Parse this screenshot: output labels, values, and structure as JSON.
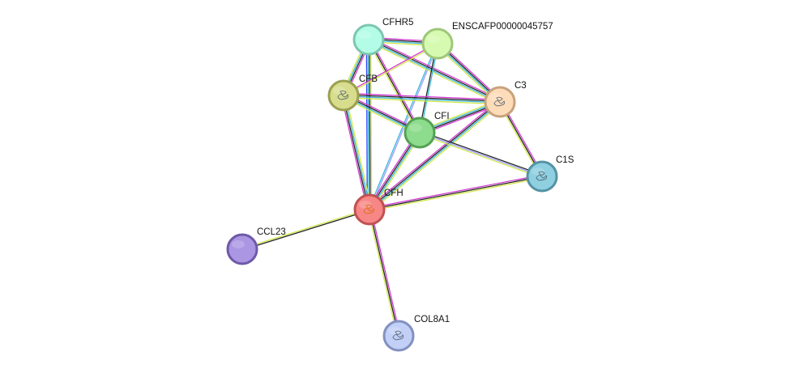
{
  "network": {
    "nodes": [
      {
        "id": "CFH",
        "label": "CFH",
        "fill": "#f78787",
        "stroke": "#c05151",
        "structure": "protein-structure-icon"
      },
      {
        "id": "CFHR5",
        "label": "CFHR5",
        "fill": "#b3fde6",
        "stroke": "#7dc6b0",
        "structure": ""
      },
      {
        "id": "ENSCAFP00000045757",
        "label": "ENSCAFP00000045757",
        "fill": "#d6fab0",
        "stroke": "#9ec77a",
        "structure": ""
      },
      {
        "id": "CFB",
        "label": "CFB",
        "fill": "#d7dd8d",
        "stroke": "#9ba050",
        "structure": "protein-structure-icon"
      },
      {
        "id": "C3",
        "label": "C3",
        "fill": "#fddcb9",
        "stroke": "#c7a27c",
        "structure": "protein-structure-icon"
      },
      {
        "id": "CFI",
        "label": "CFI",
        "fill": "#8ddc8d",
        "stroke": "#55a155",
        "structure": ""
      },
      {
        "id": "C1S",
        "label": "C1S",
        "fill": "#8ecfe0",
        "stroke": "#5592a5",
        "structure": "protein-structure-icon"
      },
      {
        "id": "CCL23",
        "label": "CCL23",
        "fill": "#ab96e3",
        "stroke": "#6f59a8",
        "structure": ""
      },
      {
        "id": "COL8A1",
        "label": "COL8A1",
        "fill": "#c2cff7",
        "stroke": "#8391c0",
        "structure": "protein-structure-icon"
      }
    ],
    "edges": [
      {
        "source": "CFH",
        "target": "CFHR5",
        "colors": [
          "#2b4aff",
          "#3ab7d8",
          "#222222",
          "#d3e84c"
        ]
      },
      {
        "source": "CFH",
        "target": "ENSCAFP00000045757",
        "colors": [
          "#3ab7d8",
          "#9d9dff"
        ]
      },
      {
        "source": "CFH",
        "target": "CFB",
        "colors": [
          "#d23ad2",
          "#222222",
          "#3ab7d8",
          "#d3e84c"
        ]
      },
      {
        "source": "CFH",
        "target": "C3",
        "colors": [
          "#d23ad2",
          "#222222",
          "#3ab7d8",
          "#d3e84c"
        ]
      },
      {
        "source": "CFH",
        "target": "CFI",
        "colors": [
          "#d23ad2",
          "#222222",
          "#3ab7d8",
          "#d3e84c"
        ]
      },
      {
        "source": "CFH",
        "target": "C1S",
        "colors": [
          "#d23ad2",
          "#222222",
          "#d3e84c"
        ]
      },
      {
        "source": "CFH",
        "target": "CCL23",
        "colors": [
          "#222222",
          "#d3e84c"
        ]
      },
      {
        "source": "CFH",
        "target": "COL8A1",
        "colors": [
          "#d23ad2",
          "#222222",
          "#d3e84c"
        ]
      },
      {
        "source": "CFHR5",
        "target": "ENSCAFP00000045757",
        "colors": [
          "#d23ad2",
          "#222222",
          "#3ab7d8",
          "#d3e84c"
        ]
      },
      {
        "source": "CFHR5",
        "target": "CFB",
        "colors": [
          "#d23ad2",
          "#222222",
          "#3ab7d8",
          "#d3e84c"
        ]
      },
      {
        "source": "CFHR5",
        "target": "C3",
        "colors": [
          "#d23ad2",
          "#222222",
          "#3ab7d8",
          "#d3e84c"
        ]
      },
      {
        "source": "CFHR5",
        "target": "CFI",
        "colors": [
          "#d23ad2",
          "#222222",
          "#d3e84c"
        ]
      },
      {
        "source": "ENSCAFP00000045757",
        "target": "CFB",
        "colors": [
          "#d3e84c",
          "#d23ad2"
        ]
      },
      {
        "source": "ENSCAFP00000045757",
        "target": "C3",
        "colors": [
          "#d23ad2",
          "#222222",
          "#3ab7d8",
          "#d3e84c"
        ]
      },
      {
        "source": "ENSCAFP00000045757",
        "target": "CFI",
        "colors": [
          "#3ab7d8",
          "#222222"
        ]
      },
      {
        "source": "CFB",
        "target": "C3",
        "colors": [
          "#d23ad2",
          "#222222",
          "#3ab7d8",
          "#d3e84c"
        ]
      },
      {
        "source": "CFB",
        "target": "CFI",
        "colors": [
          "#d23ad2",
          "#222222",
          "#3ab7d8",
          "#d3e84c"
        ]
      },
      {
        "source": "C3",
        "target": "CFI",
        "colors": [
          "#d23ad2",
          "#222222",
          "#3ab7d8",
          "#d3e84c"
        ]
      },
      {
        "source": "C3",
        "target": "C1S",
        "colors": [
          "#d23ad2",
          "#222222",
          "#d3e84c"
        ]
      },
      {
        "source": "CFI",
        "target": "C1S",
        "colors": [
          "#222222",
          "#9d9dff",
          "#d3e84c"
        ]
      }
    ]
  }
}
